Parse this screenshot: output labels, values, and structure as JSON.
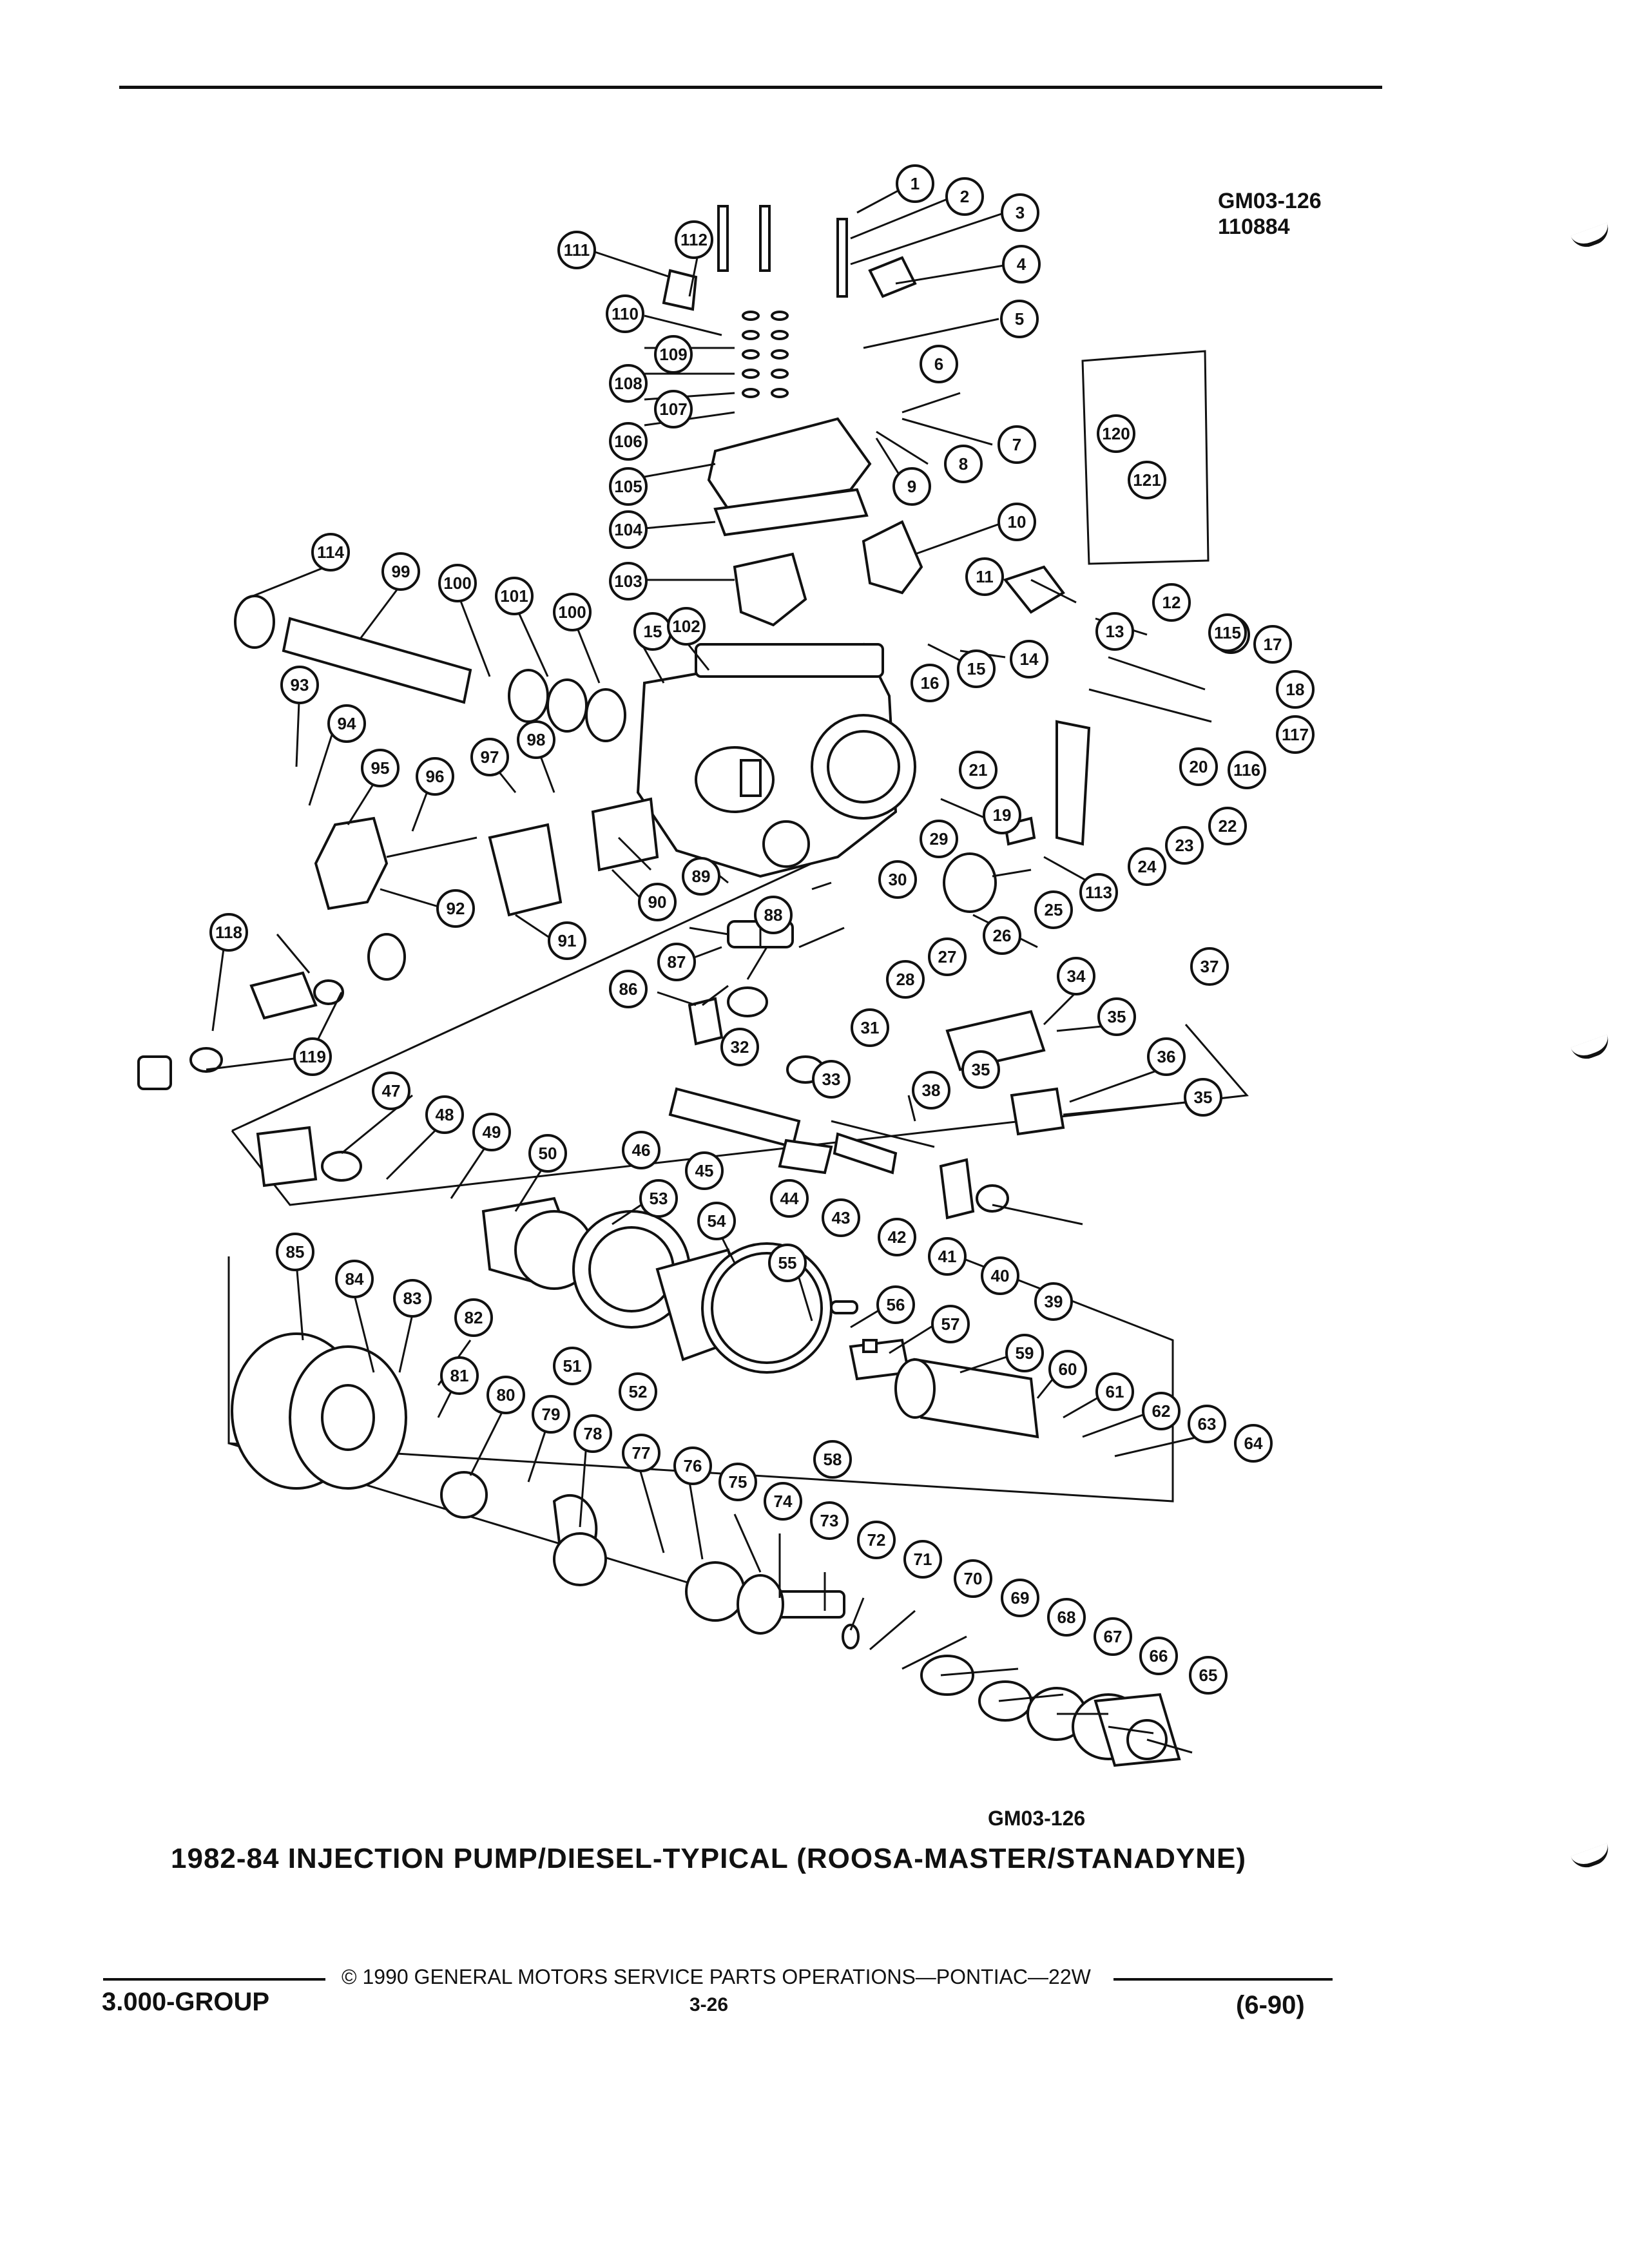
{
  "figure": {
    "code": "GM03-126",
    "number": "110884",
    "bottom_code": "GM03-126",
    "title": "1982-84 INJECTION PUMP/DIESEL-TYPICAL (ROOSA-MASTER/STANADYNE)"
  },
  "footer": {
    "copyright": "© 1990 GENERAL MOTORS SERVICE PARTS OPERATIONS—PONTIAC—22W",
    "group": "3.000-GROUP",
    "page": "3-26",
    "date": "(6-90)"
  },
  "callouts": [
    "1",
    "2",
    "3",
    "4",
    "5",
    "6",
    "7",
    "8",
    "9",
    "10",
    "11",
    "12",
    "13",
    "14",
    "15",
    "15",
    "15",
    "16",
    "17",
    "18",
    "19",
    "20",
    "21",
    "22",
    "23",
    "24",
    "25",
    "26",
    "27",
    "28",
    "29",
    "30",
    "31",
    "32",
    "33",
    "34",
    "35",
    "35",
    "35",
    "36",
    "37",
    "38",
    "39",
    "40",
    "41",
    "42",
    "43",
    "44",
    "45",
    "46",
    "47",
    "48",
    "49",
    "50",
    "51",
    "52",
    "53",
    "54",
    "55",
    "56",
    "57",
    "58",
    "59",
    "60",
    "61",
    "62",
    "63",
    "64",
    "65",
    "66",
    "67",
    "68",
    "69",
    "70",
    "71",
    "72",
    "73",
    "74",
    "75",
    "76",
    "77",
    "78",
    "79",
    "80",
    "81",
    "82",
    "83",
    "84",
    "85",
    "86",
    "87",
    "88",
    "89",
    "90",
    "91",
    "92",
    "93",
    "94",
    "95",
    "96",
    "97",
    "98",
    "99",
    "100",
    "100",
    "101",
    "102",
    "103",
    "104",
    "105",
    "106",
    "107",
    "108",
    "109",
    "110",
    "111",
    "112",
    "113",
    "114",
    "115",
    "116",
    "117",
    "118",
    "119",
    "120",
    "121"
  ]
}
